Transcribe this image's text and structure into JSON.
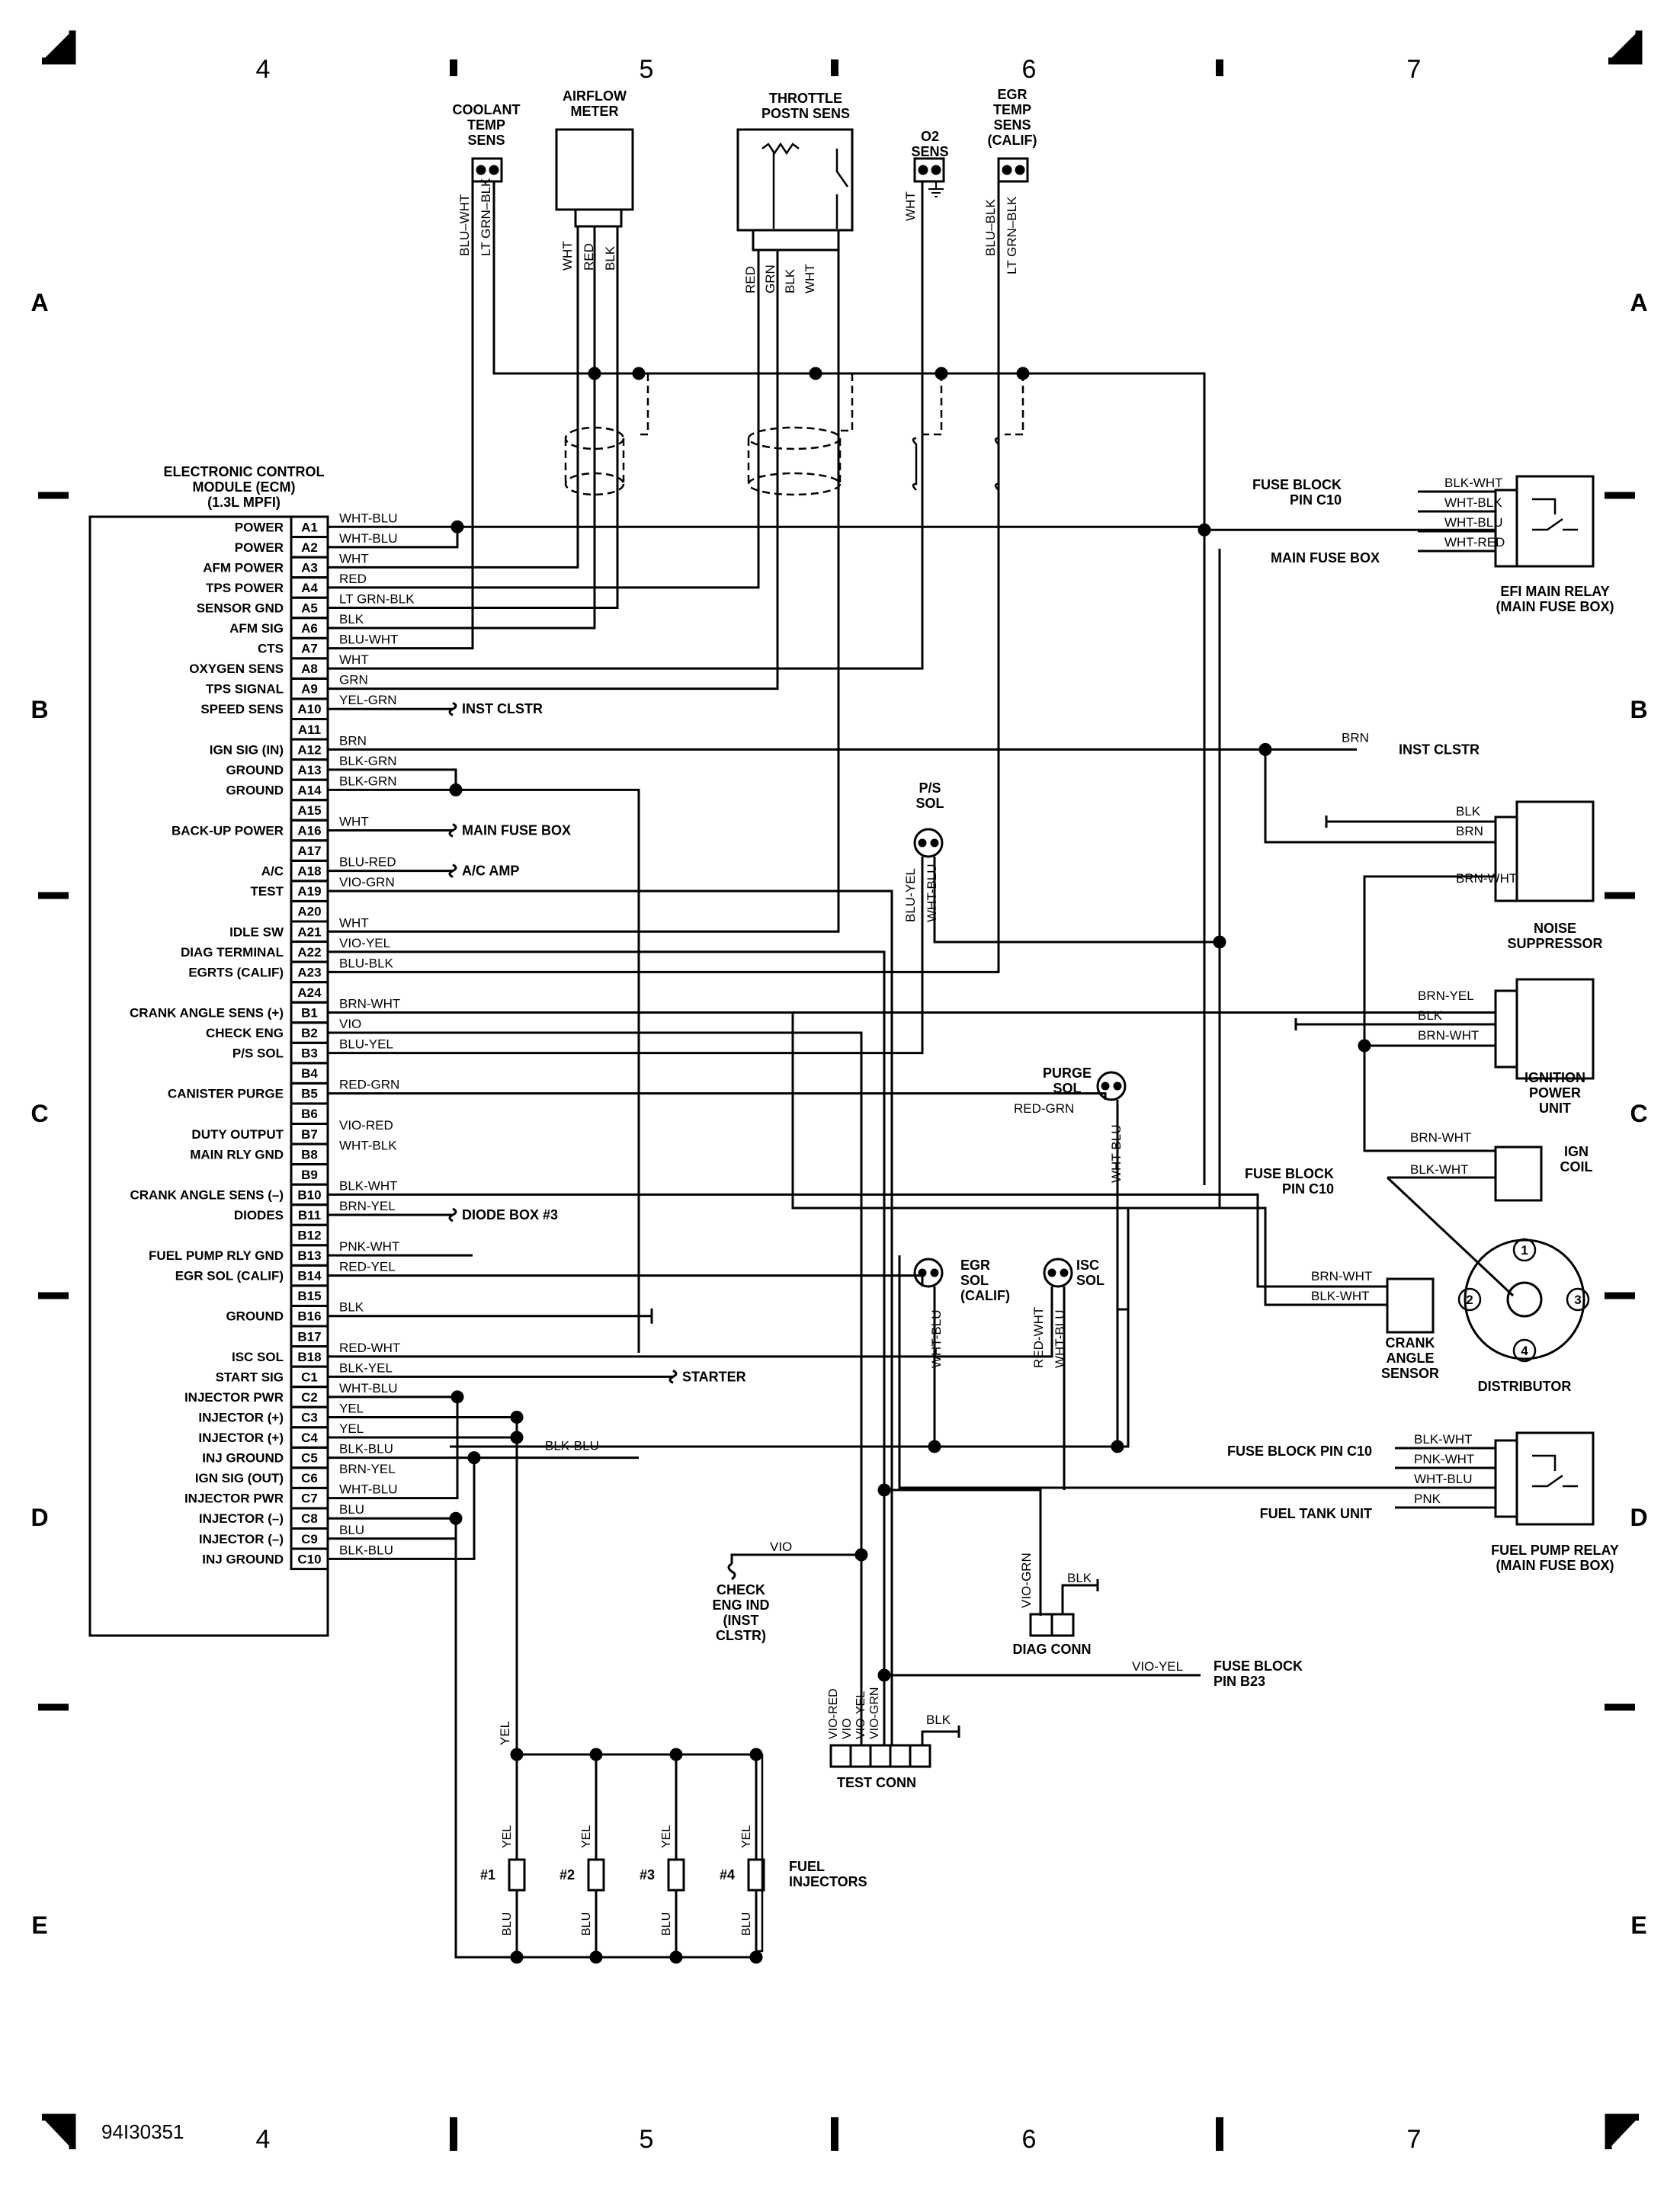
{
  "drawing_id": "94I30351",
  "grid": {
    "columns": [
      "4",
      "5",
      "6",
      "7"
    ],
    "rows": [
      "A",
      "B",
      "C",
      "D",
      "E"
    ]
  },
  "ecm": {
    "title_lines": [
      "ELECTRONIC CONTROL",
      "MODULE (ECM)",
      "(1.3L MPFI)"
    ],
    "pins": [
      {
        "pin": "A1",
        "label": "POWER",
        "wire": "WHT-BLU"
      },
      {
        "pin": "A2",
        "label": "POWER",
        "wire": "WHT-BLU"
      },
      {
        "pin": "A3",
        "label": "AFM POWER",
        "wire": "WHT"
      },
      {
        "pin": "A4",
        "label": "TPS POWER",
        "wire": "RED"
      },
      {
        "pin": "A5",
        "label": "SENSOR GND",
        "wire": "LT GRN-BLK"
      },
      {
        "pin": "A6",
        "label": "AFM SIG",
        "wire": "BLK"
      },
      {
        "pin": "A7",
        "label": "CTS",
        "wire": "BLU-WHT"
      },
      {
        "pin": "A8",
        "label": "OXYGEN SENS",
        "wire": "WHT"
      },
      {
        "pin": "A9",
        "label": "TPS SIGNAL",
        "wire": "GRN"
      },
      {
        "pin": "A10",
        "label": "SPEED SENS",
        "wire": "YEL-GRN",
        "dest": "INST CLSTR"
      },
      {
        "pin": "A11",
        "label": "",
        "wire": ""
      },
      {
        "pin": "A12",
        "label": "IGN SIG (IN)",
        "wire": "BRN"
      },
      {
        "pin": "A13",
        "label": "GROUND",
        "wire": "BLK-GRN"
      },
      {
        "pin": "A14",
        "label": "GROUND",
        "wire": "BLK-GRN"
      },
      {
        "pin": "A15",
        "label": "",
        "wire": ""
      },
      {
        "pin": "A16",
        "label": "BACK-UP POWER",
        "wire": "WHT",
        "dest": "MAIN FUSE BOX"
      },
      {
        "pin": "A17",
        "label": "",
        "wire": ""
      },
      {
        "pin": "A18",
        "label": "A/C",
        "wire": "BLU-RED",
        "dest": "A/C AMP"
      },
      {
        "pin": "A19",
        "label": "TEST",
        "wire": "VIO-GRN"
      },
      {
        "pin": "A20",
        "label": "",
        "wire": ""
      },
      {
        "pin": "A21",
        "label": "IDLE SW",
        "wire": "WHT"
      },
      {
        "pin": "A22",
        "label": "DIAG TERMINAL",
        "wire": "VIO-YEL"
      },
      {
        "pin": "A23",
        "label": "EGRTS (CALIF)",
        "wire": "BLU-BLK"
      },
      {
        "pin": "A24",
        "label": "",
        "wire": ""
      },
      {
        "pin": "B1",
        "label": "CRANK ANGLE SENS (+)",
        "wire": "BRN-WHT"
      },
      {
        "pin": "B2",
        "label": "CHECK ENG",
        "wire": "VIO"
      },
      {
        "pin": "B3",
        "label": "P/S SOL",
        "wire": "BLU-YEL"
      },
      {
        "pin": "B4",
        "label": "",
        "wire": ""
      },
      {
        "pin": "B5",
        "label": "CANISTER PURGE",
        "wire": "RED-GRN"
      },
      {
        "pin": "B6",
        "label": "",
        "wire": ""
      },
      {
        "pin": "B7",
        "label": "DUTY OUTPUT",
        "wire": "VIO-RED"
      },
      {
        "pin": "B8",
        "label": "MAIN RLY GND",
        "wire": "WHT-BLK"
      },
      {
        "pin": "B9",
        "label": "",
        "wire": ""
      },
      {
        "pin": "B10",
        "label": "CRANK ANGLE SENS (–)",
        "wire": "BLK-WHT"
      },
      {
        "pin": "B11",
        "label": "DIODES",
        "wire": "BRN-YEL",
        "dest": "DIODE BOX #3"
      },
      {
        "pin": "B12",
        "label": "",
        "wire": ""
      },
      {
        "pin": "B13",
        "label": "FUEL PUMP RLY GND",
        "wire": "PNK-WHT"
      },
      {
        "pin": "B14",
        "label": "EGR SOL (CALIF)",
        "wire": "RED-YEL"
      },
      {
        "pin": "B15",
        "label": "",
        "wire": ""
      },
      {
        "pin": "B16",
        "label": "GROUND",
        "wire": "BLK"
      },
      {
        "pin": "B17",
        "label": "",
        "wire": ""
      },
      {
        "pin": "B18",
        "label": "ISC SOL",
        "wire": "RED-WHT"
      },
      {
        "pin": "C1",
        "label": "START SIG",
        "wire": "BLK-YEL",
        "dest": "STARTER"
      },
      {
        "pin": "C2",
        "label": "INJECTOR PWR",
        "wire": "WHT-BLU"
      },
      {
        "pin": "C3",
        "label": "INJECTOR (+)",
        "wire": "YEL"
      },
      {
        "pin": "C4",
        "label": "INJECTOR (+)",
        "wire": "YEL"
      },
      {
        "pin": "C5",
        "label": "INJ GROUND",
        "wire": "BLK-BLU"
      },
      {
        "pin": "C6",
        "label": "IGN SIG (OUT)",
        "wire": "BRN-YEL"
      },
      {
        "pin": "C7",
        "label": "INJECTOR PWR",
        "wire": "WHT-BLU"
      },
      {
        "pin": "C8",
        "label": "INJECTOR (–)",
        "wire": "BLU"
      },
      {
        "pin": "C9",
        "label": "INJECTOR (–)",
        "wire": "BLU"
      },
      {
        "pin": "C10",
        "label": "INJ GROUND",
        "wire": "BLK-BLU"
      }
    ]
  },
  "components": {
    "coolant_temp": [
      "COOLANT",
      "TEMP",
      "SENS"
    ],
    "airflow": [
      "AIRFLOW",
      "METER"
    ],
    "throttle": [
      "THROTTLE",
      "POSTN SENS"
    ],
    "o2": [
      "O2",
      "SENS"
    ],
    "egr_temp": [
      "EGR",
      "TEMP",
      "SENS",
      "(CALIF)"
    ],
    "efi_relay": [
      "EFI MAIN RELAY",
      "(MAIN FUSE BOX)"
    ],
    "noise_suppressor": [
      "NOISE",
      "SUPPRESSOR"
    ],
    "ign_power_unit": [
      "IGNITION",
      "POWER",
      "UNIT"
    ],
    "ign_coil": [
      "IGN",
      "COIL"
    ],
    "distributor": "DISTRIBUTOR",
    "crank_angle": [
      "CRANK",
      "ANGLE",
      "SENSOR"
    ],
    "fuel_pump_relay": [
      "FUEL PUMP RELAY",
      "(MAIN FUSE BOX)"
    ],
    "ps_sol": [
      "P/S",
      "SOL"
    ],
    "purge_sol": [
      "PURGE",
      "SOL"
    ],
    "egr_sol": [
      "EGR",
      "SOL",
      "(CALIF)"
    ],
    "isc_sol": [
      "ISC",
      "SOL"
    ],
    "check_eng_ind": [
      "CHECK",
      "ENG IND",
      "(INST",
      "CLSTR)"
    ],
    "diag_conn": "DIAG CONN",
    "test_conn": "TEST CONN",
    "fuel_injectors": [
      "FUEL",
      "INJECTORS"
    ],
    "injector_names": [
      "#1",
      "#2",
      "#3",
      "#4"
    ],
    "dist_terminals": [
      "1",
      "2",
      "3",
      "4"
    ]
  },
  "right_labels": {
    "fuse_c10_a": [
      "FUSE BLOCK",
      "PIN C10"
    ],
    "main_fuse_box": "MAIN FUSE BOX",
    "inst_clstr": "INST CLSTR",
    "fuse_c10_b": [
      "FUSE BLOCK",
      "PIN C10"
    ],
    "fuse_c10_c": "FUSE BLOCK PIN C10",
    "fuel_tank_unit": "FUEL TANK UNIT",
    "fuse_b23": [
      "FUSE BLOCK",
      "PIN B23"
    ]
  },
  "wire_labels": {
    "coolant": [
      "BLU–WHT",
      "LT GRN–BLK"
    ],
    "airflow": [
      "WHT",
      "RED",
      "BLK"
    ],
    "throttle": [
      "RED",
      "GRN",
      "BLK",
      "WHT"
    ],
    "o2": "WHT",
    "egr_temp": [
      "BLU–BLK",
      "LT GRN–BLK"
    ],
    "efi_relay": [
      "BLK-WHT",
      "WHT-BLK",
      "WHT-BLU",
      "WHT-RED"
    ],
    "brn": "BRN",
    "noise": [
      "BLK",
      "BRN",
      "BRN-WHT"
    ],
    "ipu": [
      "BRN-YEL",
      "BLK",
      "BRN-WHT"
    ],
    "coil": [
      "BRN-WHT",
      "BLK-WHT"
    ],
    "crank": [
      "BRN-WHT",
      "BLK-WHT"
    ],
    "fuel_relay": [
      "BLK-WHT",
      "PNK-WHT",
      "WHT-BLU",
      "PNK"
    ],
    "ps_sol": [
      "BLU-YEL",
      "WHT-BLU"
    ],
    "purge": [
      "RED-GRN",
      "WHT-BLU"
    ],
    "egr_sol": "WHT-BLU",
    "isc_sol": [
      "RED-WHT",
      "WHT-BLU"
    ],
    "blk_blu": "BLK-BLU",
    "vio": "VIO",
    "diag": [
      "VIO-GRN",
      "BLK"
    ],
    "fuse_b23": "VIO-YEL",
    "test_conn": [
      "VIO-RED",
      "VIO",
      "VIO-YEL",
      "VIO-GRN",
      "BLK"
    ],
    "inj_yel": "YEL",
    "inj_blu": "BLU"
  }
}
